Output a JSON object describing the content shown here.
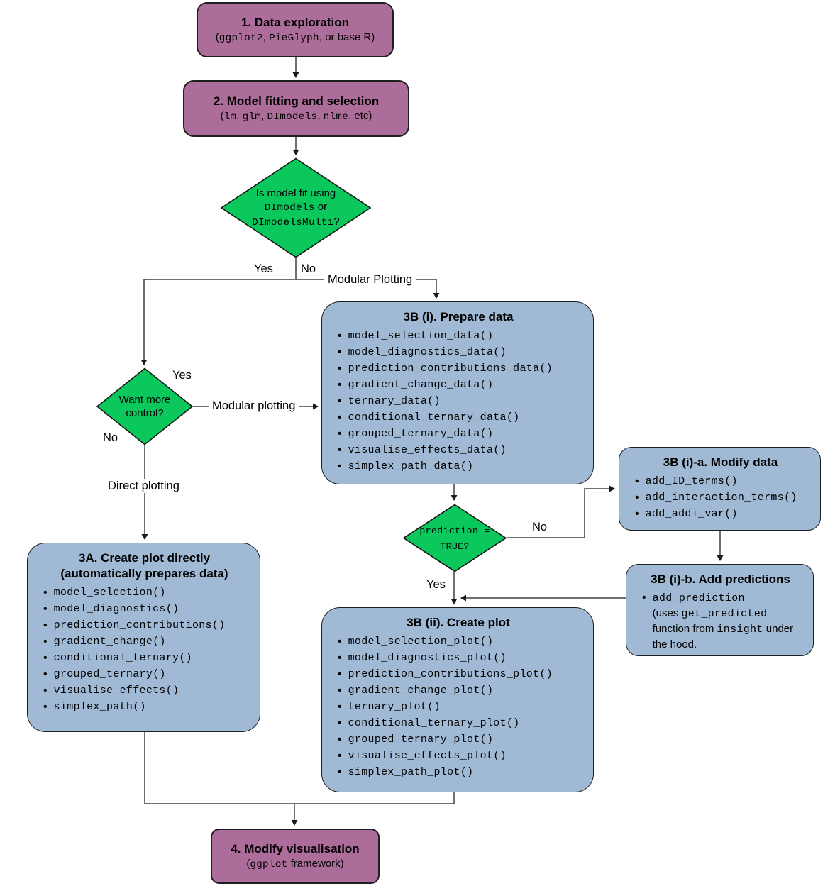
{
  "colors": {
    "purple_fill": "#ad6d9a",
    "green_fill": "#0bc85d",
    "blue_fill": "#a0bad5",
    "line": "#404040"
  },
  "nodes": {
    "step1": {
      "title": "1. Data exploration",
      "subtitle": [
        {
          "text": "(",
          "mono": false
        },
        {
          "text": "ggplot2",
          "mono": true
        },
        {
          "text": ", ",
          "mono": false
        },
        {
          "text": "PieGlyph",
          "mono": true
        },
        {
          "text": ", or base R)",
          "mono": false
        }
      ]
    },
    "step2": {
      "title": "2. Model fitting and selection",
      "subtitle": [
        {
          "text": "(",
          "mono": false
        },
        {
          "text": "lm",
          "mono": true
        },
        {
          "text": ", ",
          "mono": false
        },
        {
          "text": "glm",
          "mono": true
        },
        {
          "text": ", ",
          "mono": false
        },
        {
          "text": "DImodels",
          "mono": true
        },
        {
          "text": ", ",
          "mono": false
        },
        {
          "text": "nlme",
          "mono": true
        },
        {
          "text": ", etc)",
          "mono": false
        }
      ]
    },
    "decision_model_fit": {
      "text": [
        {
          "text": "Is model fit using ",
          "mono": false
        },
        {
          "text": "DImodels",
          "mono": true
        },
        {
          "text": " or ",
          "mono": false
        },
        {
          "text": "DImodelsMulti",
          "mono": true
        },
        {
          "text": "?",
          "mono": false
        }
      ]
    },
    "decision_want_control": {
      "text": [
        {
          "text": "Want more control?",
          "mono": false
        }
      ]
    },
    "decision_prediction": {
      "text": [
        {
          "text": "prediction = TRUE?",
          "mono": true
        }
      ]
    },
    "prepare_data": {
      "title": "3B (i). Prepare data",
      "items": [
        "model_selection_data()",
        "model_diagnostics_data()",
        "prediction_contributions_data()",
        "gradient_change_data()",
        "ternary_data()",
        "conditional_ternary_data()",
        "grouped_ternary_data()",
        "visualise_effects_data()",
        "simplex_path_data()"
      ]
    },
    "modify_data": {
      "title": "3B (i)-a. Modify data",
      "items": [
        "add_ID_terms()",
        "add_interaction_terms()",
        "add_addi_var()"
      ]
    },
    "add_predictions": {
      "title": "3B (i)-b. Add predictions",
      "item": [
        {
          "text": "add_prediction",
          "mono": true
        },
        {
          "text": "\n(uses ",
          "mono": false
        },
        {
          "text": "get_predicted",
          "mono": true
        },
        {
          "text": " function from ",
          "mono": false
        },
        {
          "text": "insight",
          "mono": true
        },
        {
          "text": " under the hood.",
          "mono": false
        }
      ]
    },
    "create_plot_directly": {
      "title": "3A. Create plot directly",
      "title2": "(automatically prepares data)",
      "items": [
        "model_selection()",
        "model_diagnostics()",
        "prediction_contributions()",
        "gradient_change()",
        "conditional_ternary()",
        "grouped_ternary()",
        "visualise_effects()",
        "simplex_path()"
      ]
    },
    "create_plot": {
      "title": "3B (ii). Create plot",
      "items": [
        "model_selection_plot()",
        "model_diagnostics_plot()",
        "prediction_contributions_plot()",
        "gradient_change_plot()",
        "ternary_plot()",
        "conditional_ternary_plot()",
        "grouped_ternary_plot()",
        "visualise_effects_plot()",
        "simplex_path_plot()"
      ]
    },
    "step4": {
      "title": "4. Modify visualisation",
      "subtitle": [
        {
          "text": "(",
          "mono": false
        },
        {
          "text": "ggplot",
          "mono": true
        },
        {
          "text": " framework)",
          "mono": false
        }
      ]
    }
  },
  "edge_labels": {
    "yes_1": "Yes",
    "no_1": "No",
    "modular_plotting_1": "Modular Plotting",
    "yes_2": "Yes",
    "modular_plotting_2": "Modular plotting",
    "no_2": "No",
    "direct_plotting": "Direct plotting",
    "no_3": "No",
    "yes_3": "Yes"
  }
}
